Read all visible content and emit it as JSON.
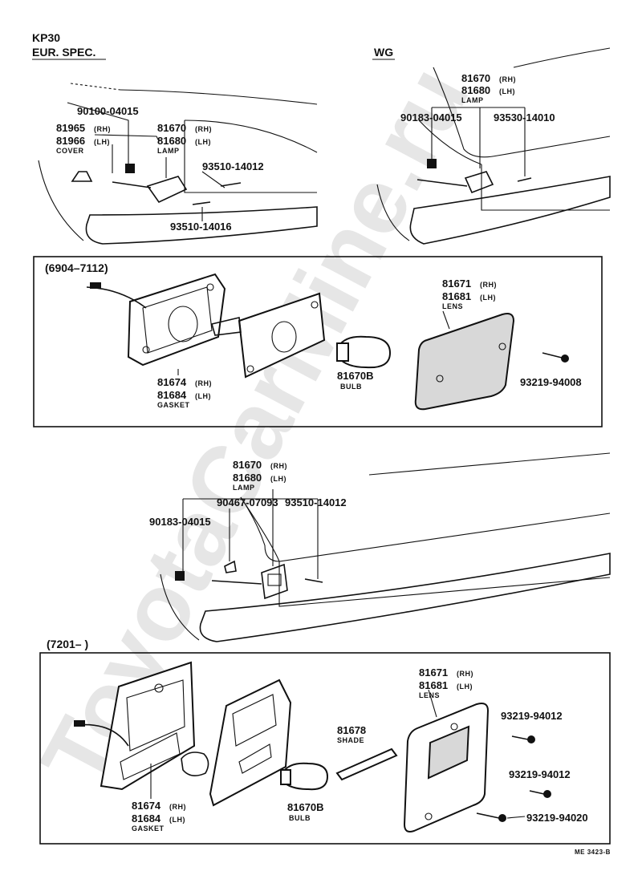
{
  "watermark": "ToyotaCarMine.ru",
  "header": {
    "model": "KP30",
    "spec": "EUR. SPEC.",
    "variant": "WG"
  },
  "sections": {
    "upper_range": "(6904–7112)",
    "lower_range": "(7201–        )"
  },
  "eur_spec_view": {
    "screw_top": "90100-04015",
    "cover_rh": "81965",
    "cover_rh_side": "(RH)",
    "cover_lh": "81966",
    "cover_lh_side": "(LH)",
    "cover_name": "COVER",
    "lamp_rh": "81670",
    "lamp_rh_side": "(RH)",
    "lamp_lh": "81680",
    "lamp_lh_side": "(LH)",
    "lamp_name": "LAMP",
    "screw_a": "93510-14012",
    "screw_b": "93510-14016"
  },
  "wg_view": {
    "lamp_rh": "81670",
    "lamp_rh_side": "(RH)",
    "lamp_lh": "81680",
    "lamp_lh_side": "(LH)",
    "lamp_name": "LAMP",
    "nut": "90183-04015",
    "screw": "93530-14010"
  },
  "upper_detail": {
    "gasket_rh": "81674",
    "gasket_rh_side": "(RH)",
    "gasket_lh": "81684",
    "gasket_lh_side": "(LH)",
    "gasket_name": "GASKET",
    "bulb": "81670B",
    "bulb_name": "BULB",
    "lens_rh": "81671",
    "lens_rh_side": "(RH)",
    "lens_lh": "81681",
    "lens_lh_side": "(LH)",
    "lens_name": "LENS",
    "screw": "93219-94008"
  },
  "middle_view": {
    "lamp_rh": "81670",
    "lamp_rh_side": "(RH)",
    "lamp_lh": "81680",
    "lamp_lh_side": "(LH)",
    "lamp_name": "LAMP",
    "nut_a": "90467-07093",
    "screw": "93510-14012",
    "nut_b": "90183-04015"
  },
  "lower_detail": {
    "gasket_rh": "81674",
    "gasket_rh_side": "(RH)",
    "gasket_lh": "81684",
    "gasket_lh_side": "(LH)",
    "gasket_name": "GASKET",
    "bulb": "81670B",
    "bulb_name": "BULB",
    "shade": "81678",
    "shade_name": "SHADE",
    "lens_rh": "81671",
    "lens_rh_side": "(RH)",
    "lens_lh": "81681",
    "lens_lh_side": "(LH)",
    "lens_name": "LENS",
    "screw_a": "93219-94012",
    "screw_b": "93219-94012",
    "screw_c": "93219-94020"
  },
  "footer_code": "ME 3423-B"
}
